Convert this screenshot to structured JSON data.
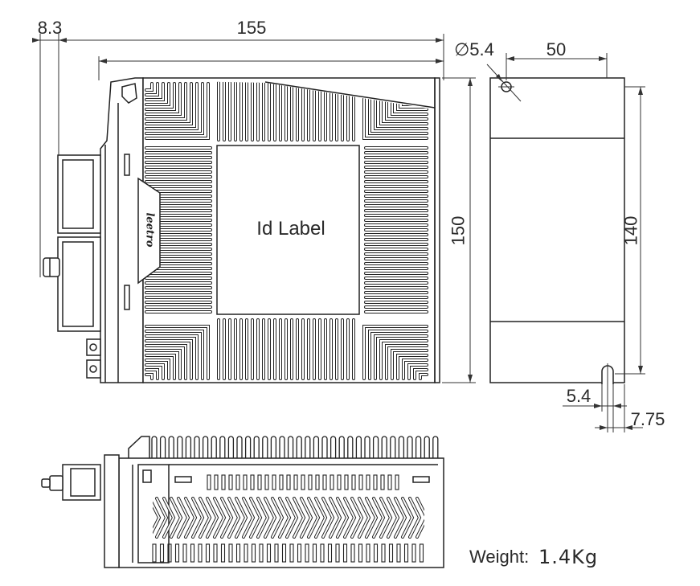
{
  "dimensions": {
    "pin_offset": "8.3",
    "overall_width": "155",
    "hole_diameter": "∅5.4",
    "hole_to_edge": "50",
    "overall_height": "150",
    "hole_spacing": "140",
    "slot_width": "5.4",
    "slot_offset": "7.75"
  },
  "front_view": {
    "id_label": "Id Label",
    "logo": "leetro"
  },
  "weight": {
    "label": "Weight:",
    "value": "1.4Kg"
  }
}
